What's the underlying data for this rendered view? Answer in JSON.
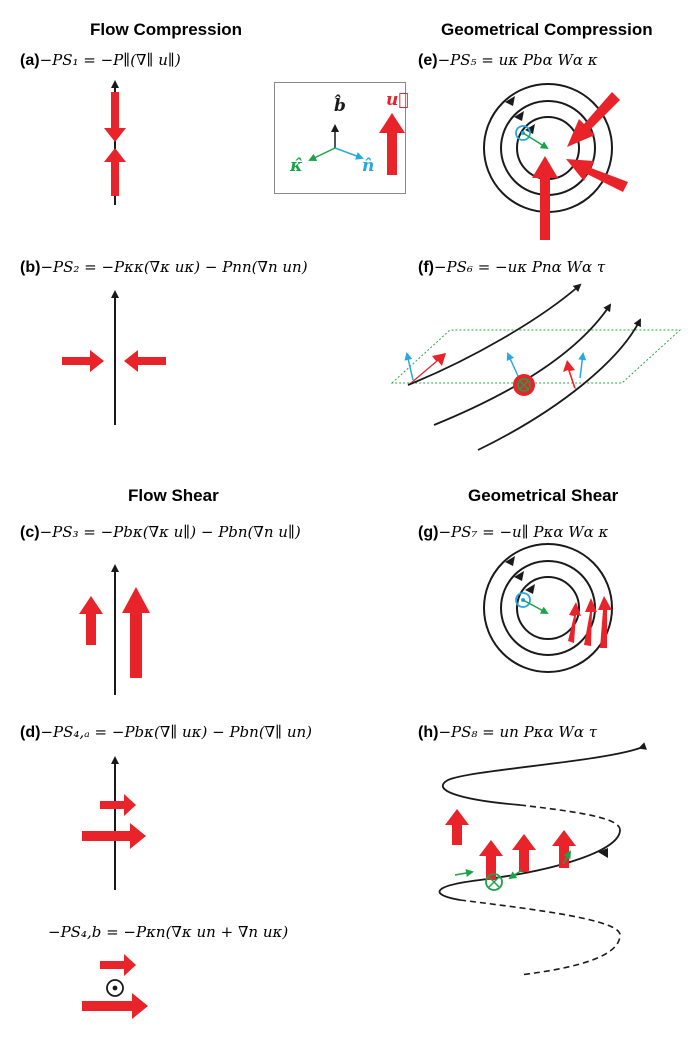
{
  "headers": {
    "flow_compression": "Flow Compression",
    "geometrical_compression": "Geometrical Compression",
    "flow_shear": "Flow Shear",
    "geometrical_shear": "Geometrical Shear"
  },
  "panels": {
    "a": {
      "label": "(a)",
      "equation": "−PS₁ = −P∥(∇∥ u∥)"
    },
    "b": {
      "label": "(b)",
      "equation": "−PS₂ = −Pκκ(∇κ uκ) − Pnn(∇n un)"
    },
    "c": {
      "label": "(c)",
      "equation": "−PS₃ = −Pbκ(∇κ u∥) − Pbn(∇n u∥)"
    },
    "d": {
      "label": "(d)",
      "equation": "−PS₄,ₐ = −Pbκ(∇∥ uκ) − Pbn(∇∥ un)"
    },
    "d2": {
      "label": "",
      "equation": "−PS₄,b = −Pκn(∇κ un + ∇n uκ)"
    },
    "e": {
      "label": "(e)",
      "equation": "−PS₅ = uκ Pbα Wα κ"
    },
    "f": {
      "label": "(f)",
      "equation": "−PS₆ = −uκ Pnα Wα τ"
    },
    "g": {
      "label": "(g)",
      "equation": "−PS₇ = −u∥ Pκα Wα κ"
    },
    "h": {
      "label": "(h)",
      "equation": "−PS₈ = un Pκα Wα τ"
    }
  },
  "legend": {
    "b_hat": "b̂",
    "kappa_hat": "κ̂",
    "n_hat": "n̂",
    "u_vec": "u⃗"
  },
  "colors": {
    "flow_arrow": "#e8232a",
    "field_line": "#1a1a1a",
    "kappa": "#1aa34a",
    "n": "#29a8e0",
    "plane": "#2aa84a"
  }
}
